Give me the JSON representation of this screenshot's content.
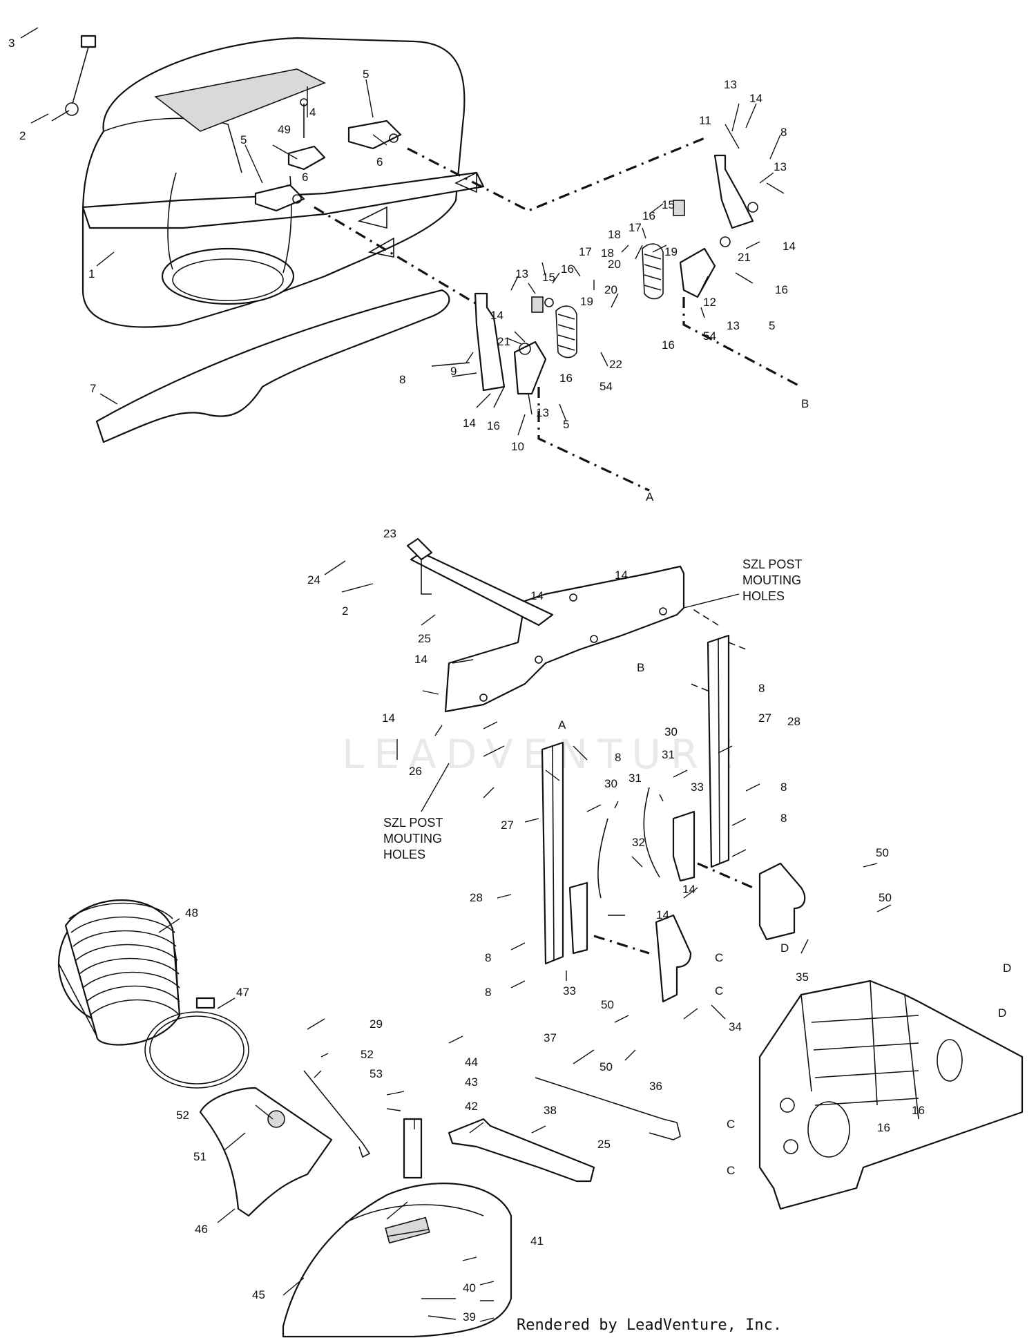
{
  "footer": "Rendered by LeadVenture, Inc.",
  "watermark": "LEADVENTURE",
  "notes": {
    "szl_upper": [
      "SZL POST",
      "MOUTING",
      "HOLES"
    ],
    "szl_lower": [
      "SZL POST",
      "MOUTING",
      "HOLES"
    ]
  },
  "refs": {
    "A": "A",
    "B": "B",
    "C": "C",
    "D": "D"
  },
  "callouts": {
    "c1": "1",
    "c2": "2",
    "c3": "3",
    "c4": "4",
    "c5": "5",
    "c6": "6",
    "c7": "7",
    "c8": "8",
    "c9": "9",
    "c10": "10",
    "c11": "11",
    "c12": "12",
    "c13": "13",
    "c14": "14",
    "c15": "15",
    "c16": "16",
    "c17": "17",
    "c18": "18",
    "c19": "19",
    "c20": "20",
    "c21": "21",
    "c22": "22",
    "c23": "23",
    "c24": "24",
    "c25": "25",
    "c26": "26",
    "c27": "27",
    "c28": "28",
    "c29": "29",
    "c30": "30",
    "c31": "31",
    "c32": "32",
    "c33": "33",
    "c34": "34",
    "c35": "35",
    "c36": "36",
    "c37": "37",
    "c38": "38",
    "c39": "39",
    "c40": "40",
    "c41": "41",
    "c42": "42",
    "c43": "43",
    "c44": "44",
    "c45": "45",
    "c46": "46",
    "c47": "47",
    "c48": "48",
    "c49": "49",
    "c50": "50",
    "c51": "51",
    "c52": "52",
    "c53": "53",
    "c54": "54"
  }
}
